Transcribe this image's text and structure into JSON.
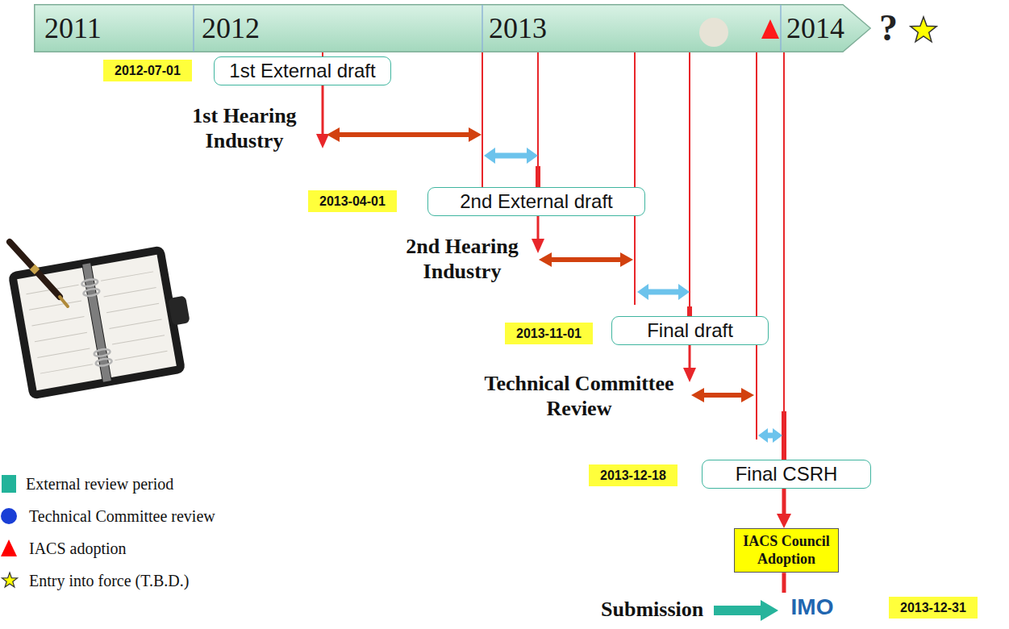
{
  "diagram": {
    "nodes": [
      {
        "text": [
          "2011",
          "2012",
          "2013",
          "2014"
        ]
      },
      {
        "text": [
          "2012-07-01"
        ]
      },
      {
        "text": [
          "1st External draft"
        ]
      },
      {
        "text": [
          "2013-04-01"
        ]
      },
      {
        "text": [
          "2nd External draft"
        ]
      },
      {
        "text": [
          "2013-11-01"
        ]
      },
      {
        "text": [
          "Final draft"
        ]
      },
      {
        "text": [
          "2013-12-18"
        ]
      },
      {
        "text": [
          "Final CSRH"
        ]
      },
      {
        "text": [
          "IACS Council Adoption"
        ]
      },
      {
        "text": [
          "IMO"
        ]
      },
      {
        "text": [
          "2013-12-31"
        ]
      }
    ],
    "edges": [
      {
        "from": 8,
        "to": 9,
        "arrow": "to"
      },
      {
        "from": 9,
        "to": 10,
        "arrow": "none"
      }
    ],
    "labels": [
      "1st Hearing Industry",
      "2nd Hearing Industry",
      "Technical Committee Review",
      "Submission",
      "?"
    ],
    "legend": [
      {
        "text": "External review period",
        "color": "#22b39a"
      },
      {
        "text": "Technical Committee review"
      },
      {
        "text": "IACS adoption"
      },
      {
        "text": "Entry into force (T.B.D.)"
      }
    ]
  }
}
